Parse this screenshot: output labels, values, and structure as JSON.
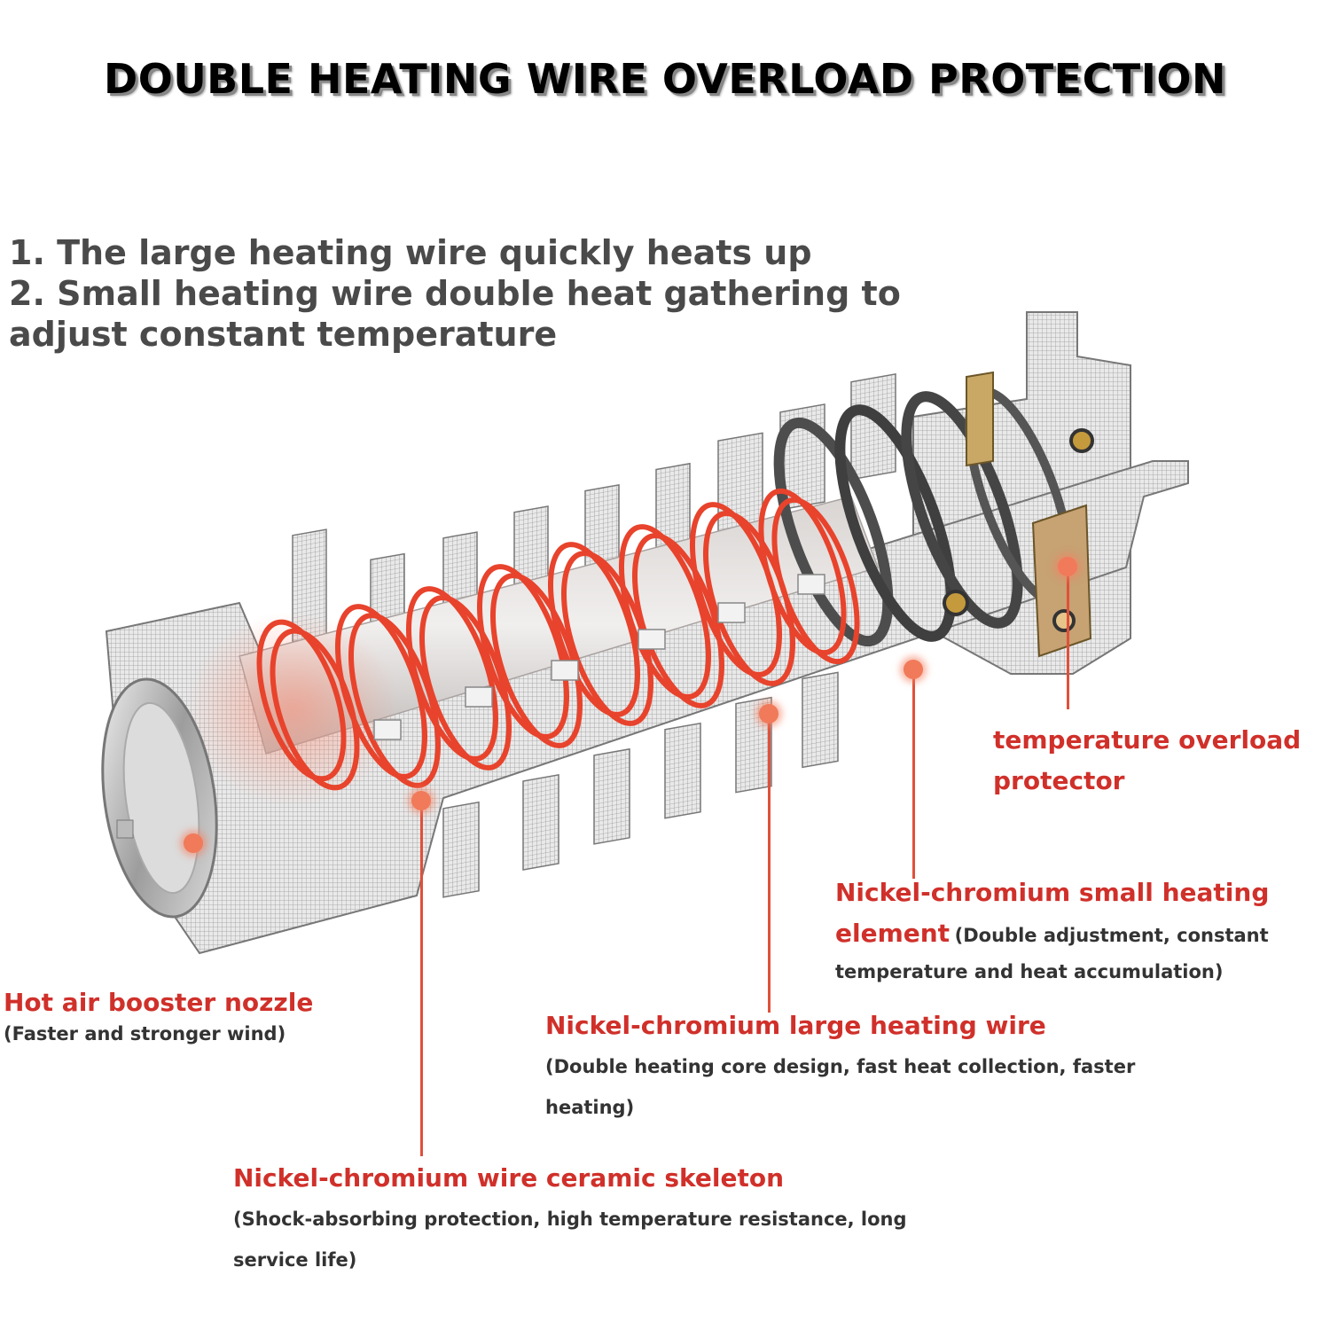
{
  "headline": "DOUBLE HEATING WIRE OVERLOAD PROTECTION",
  "intro": {
    "line1": "1. The large heating wire quickly heats up",
    "line2": "2. Small heating wire double heat gathering to",
    "line3": "adjust constant temperature"
  },
  "callouts": {
    "overload": {
      "title_line1": "temperature overload",
      "title_line2": "protector"
    },
    "small_element": {
      "title_line1": "Nickel-chromium small heating",
      "title_line2": "element",
      "desc_inline": "(Double adjustment, constant",
      "desc_line2": "temperature and heat accumulation)"
    },
    "nozzle": {
      "title": "Hot air booster nozzle",
      "desc": "(Faster and stronger wind)"
    },
    "large_wire": {
      "title": "Nickel-chromium large heating wire",
      "desc_line1": "(Double heating core design, fast heat collection, faster",
      "desc_line2": "heating)"
    },
    "skeleton": {
      "title": "Nickel-chromium wire ceramic skeleton",
      "desc_line1": "(Shock-absorbing protection, high temperature resistance, long",
      "desc_line2": "service life)"
    }
  },
  "colors": {
    "accent_red": "#d0302a",
    "coil_red": "#e8432c",
    "metal": "#c8c8c8"
  }
}
